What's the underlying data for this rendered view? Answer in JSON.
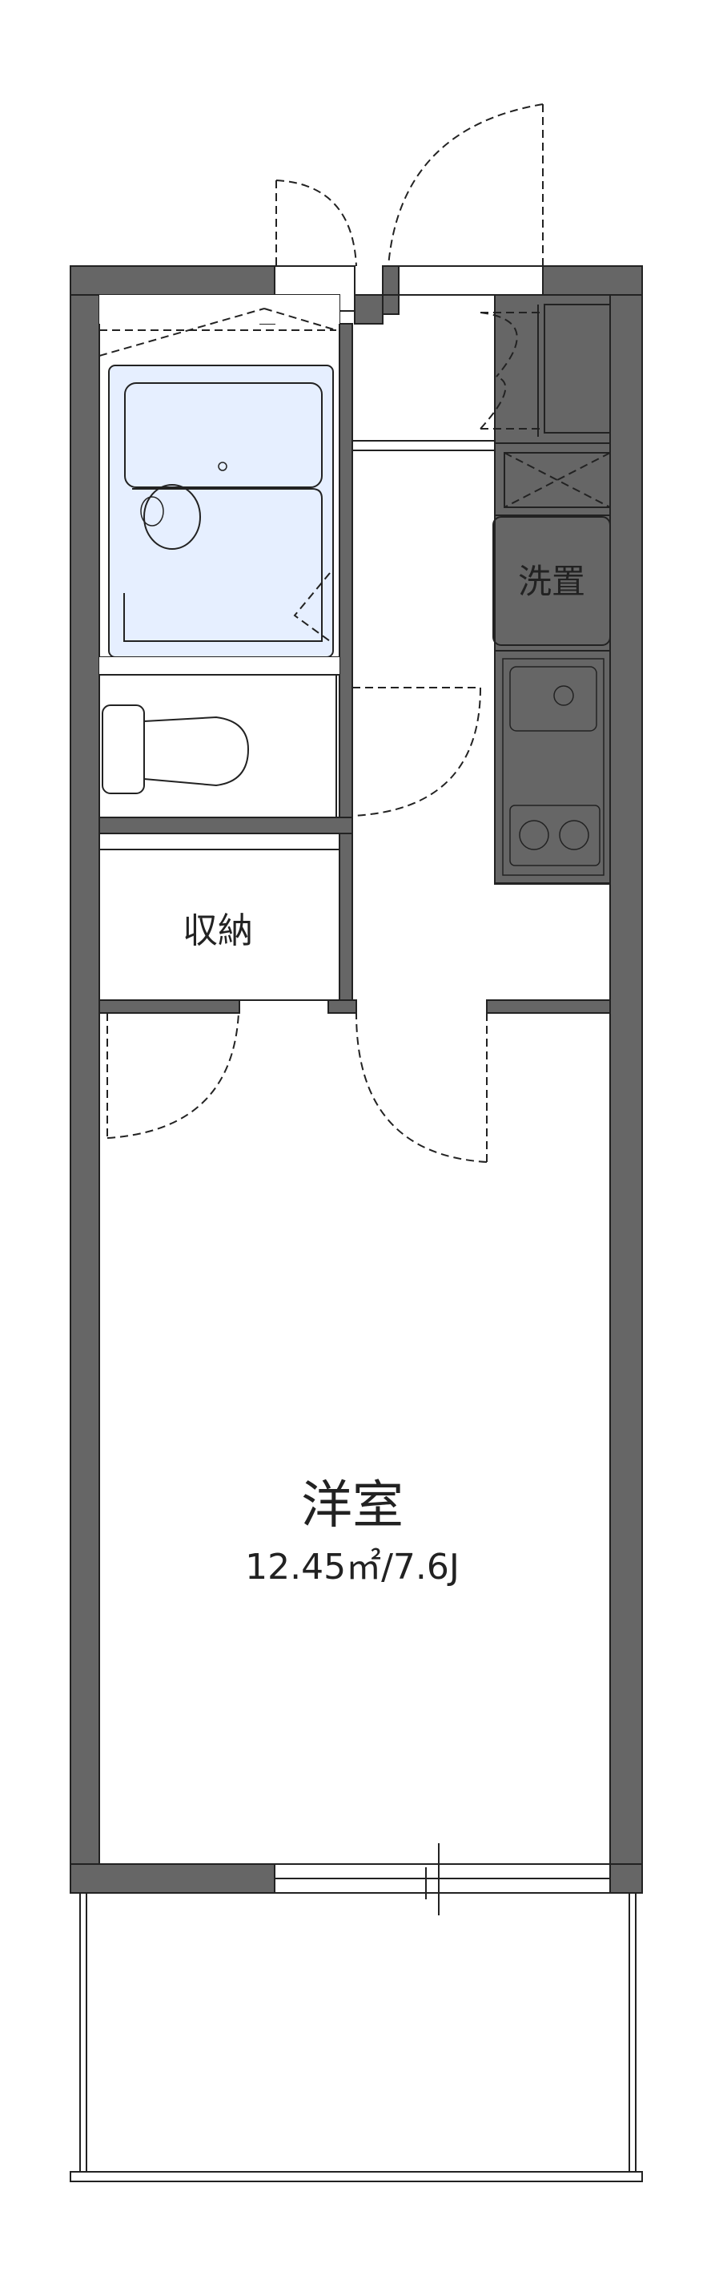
{
  "rooms": {
    "western_room": {
      "name": "洋室",
      "area": "12.45㎡/7.6J"
    },
    "storage": {
      "name": "収納"
    },
    "washer": {
      "name": "洗置"
    }
  },
  "colors": {
    "wall": "#666666",
    "wet_area": "#e6efff",
    "storage": "#fcf4e6",
    "outline": "#222222"
  }
}
